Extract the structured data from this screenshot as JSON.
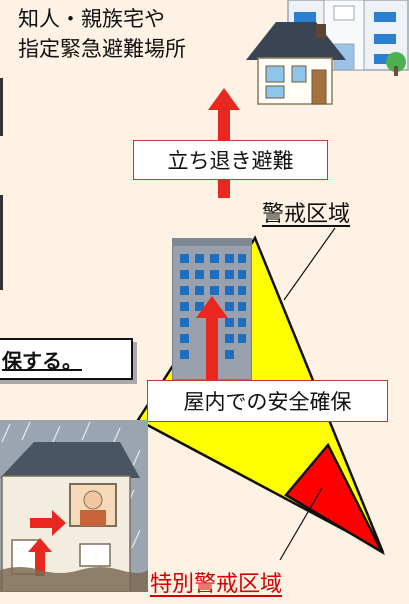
{
  "destination": {
    "line1": "知人・親族宅や",
    "line2": "指定緊急避難場所"
  },
  "evacuate_label": "立ち退き避難",
  "warning_zone_label": "警戒区域",
  "shelter_in_place_label": "屋内での安全確保",
  "special_warning_zone_label": "特別警戒区域",
  "callout_fragment": "保する。",
  "colors": {
    "background": "#fdf2e4",
    "warning_zone_fill": "#ffff00",
    "special_zone_fill": "#ff0000",
    "arrow": "#e8281e",
    "box_border": "#c0392b",
    "special_label_text": "#d40000"
  },
  "icons": [
    "shelter-building-icon",
    "house-icon",
    "apartment-building-icon",
    "flooded-house-icon",
    "up-arrow-icon"
  ]
}
